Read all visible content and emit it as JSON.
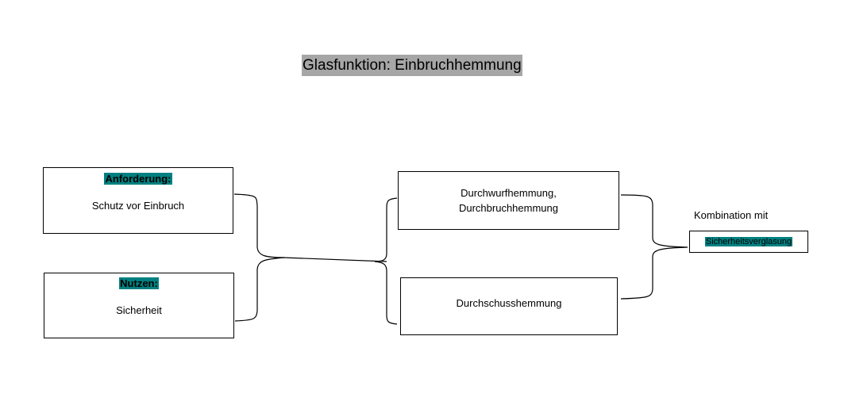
{
  "title": "Glasfunktion: Einbruchhemmung",
  "left": {
    "anforderung": {
      "heading": "Anforderung:",
      "text": "Schutz vor Einbruch"
    },
    "nutzen": {
      "heading": "Nutzen:",
      "text": "Sicherheit"
    }
  },
  "middle": {
    "top_line1": "Durchwurfhemmung,",
    "top_line2": "Durchbruchhemmung",
    "bottom": "Durchschusshemmung"
  },
  "right": {
    "label": "Kombination mit",
    "box": "Sicherheitsverglasung"
  },
  "colors": {
    "title_bg": "#a6a6a6",
    "highlight": "#008080"
  }
}
